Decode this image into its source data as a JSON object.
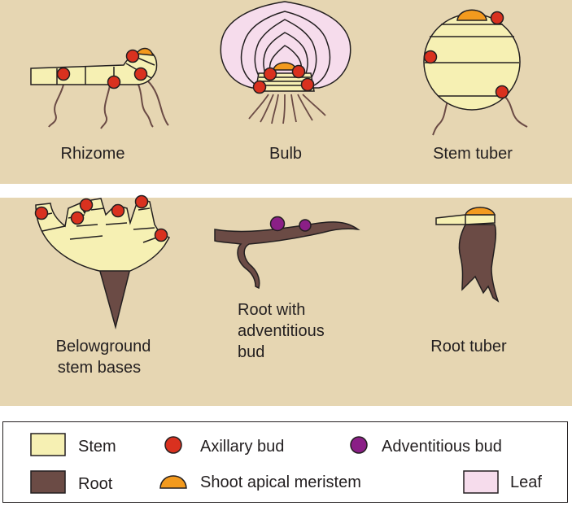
{
  "colors": {
    "panel_bg": "#e6d6b2",
    "stem": "#f6f0b3",
    "root": "#6b4b45",
    "axillary_bud": "#d9311f",
    "adventitious_bud": "#8a1f86",
    "shoot_apical_meristem": "#f39a1e",
    "leaf": "#f6dcec",
    "outline": "#231f20"
  },
  "diagrams": {
    "rhizome": {
      "label": "Rhizome"
    },
    "bulb": {
      "label": "Bulb"
    },
    "stem_tuber": {
      "label": "Stem tuber"
    },
    "belowground_stem_bases": {
      "label_line1": "Belowground",
      "label_line2": "stem bases"
    },
    "root_adventitious_bud": {
      "label_line1": "Root with",
      "label_line2": "adventitious",
      "label_line3": "bud"
    },
    "root_tuber": {
      "label": "Root tuber"
    }
  },
  "legend": {
    "stem": "Stem",
    "root": "Root",
    "axillary_bud": "Axillary bud",
    "shoot_apical_meristem": "Shoot apical meristem",
    "adventitious_bud": "Adventitious bud",
    "leaf": "Leaf"
  }
}
